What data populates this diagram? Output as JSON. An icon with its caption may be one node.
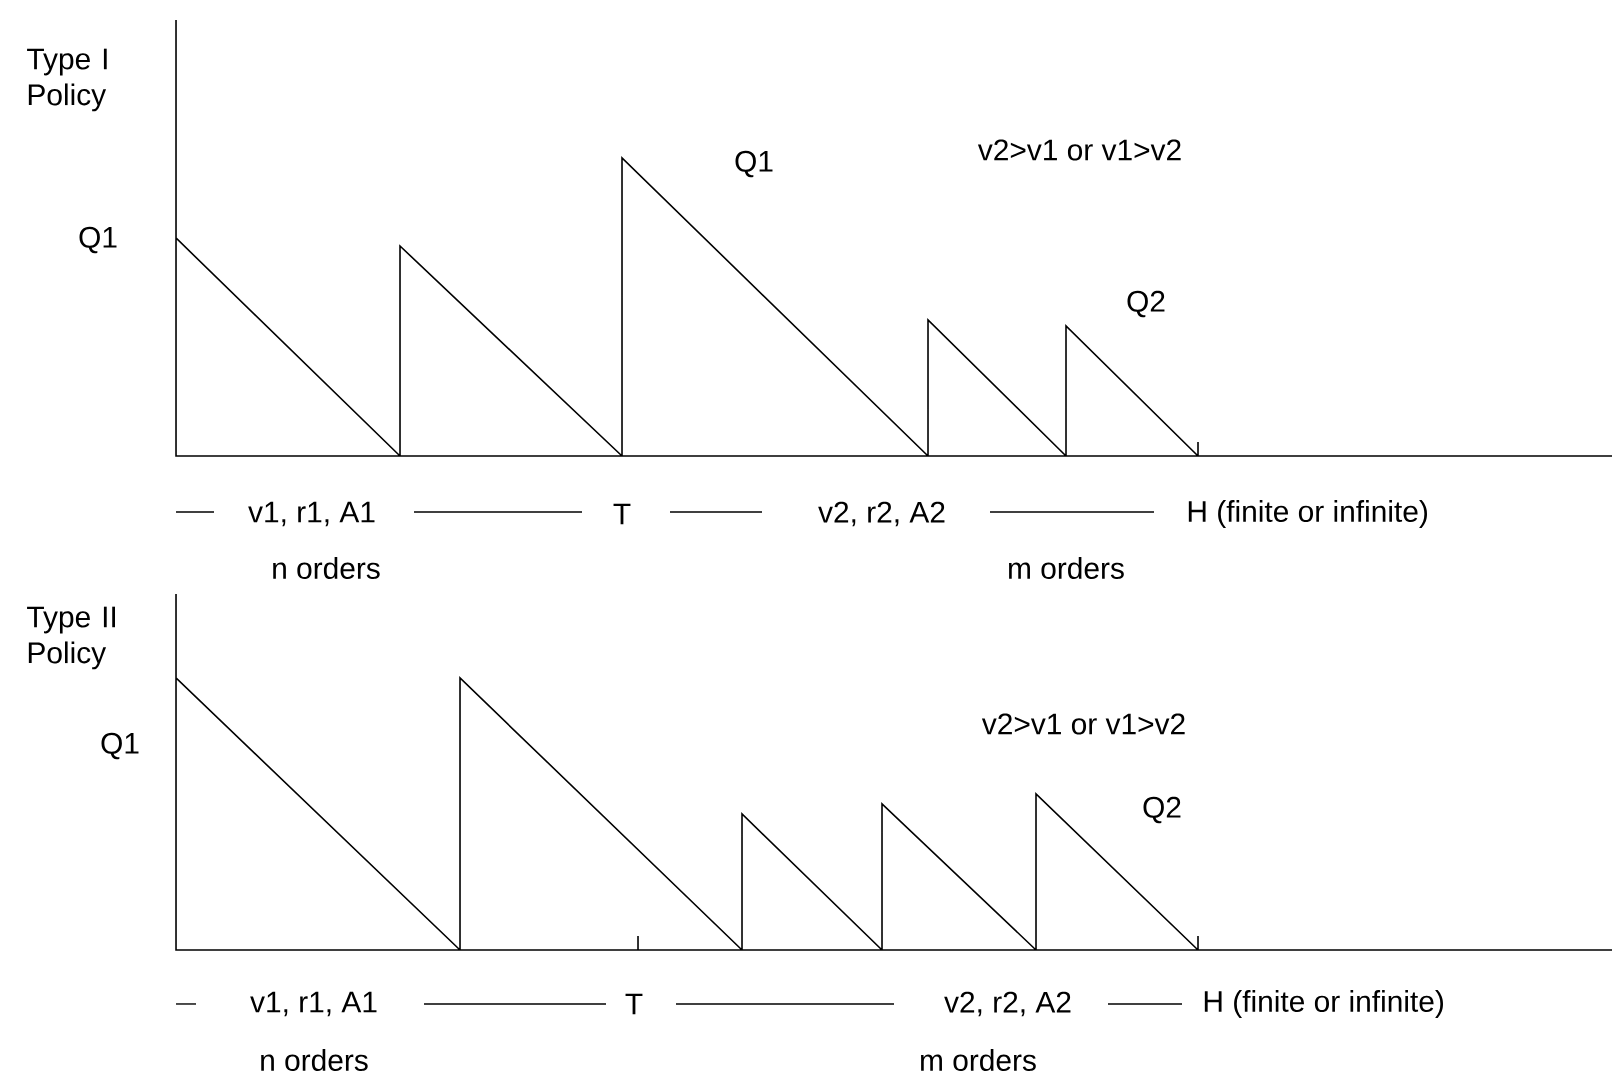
{
  "diagram": {
    "labels": [
      "Type I Policy",
      "v2>v1 or v1>v2",
      "Q1",
      "Q1",
      "Q2",
      "v1, r1, A1",
      "T",
      "v2, r2, A2",
      "H (finite or infinite)",
      "n orders",
      "m orders",
      "Type II Policy",
      "v2>v1 or v1>v2",
      "Q1",
      "Q2",
      "v1, r1, A1",
      "T",
      "v2, r2, A2",
      "H (finite or infinite)",
      "n orders",
      "m orders"
    ]
  }
}
